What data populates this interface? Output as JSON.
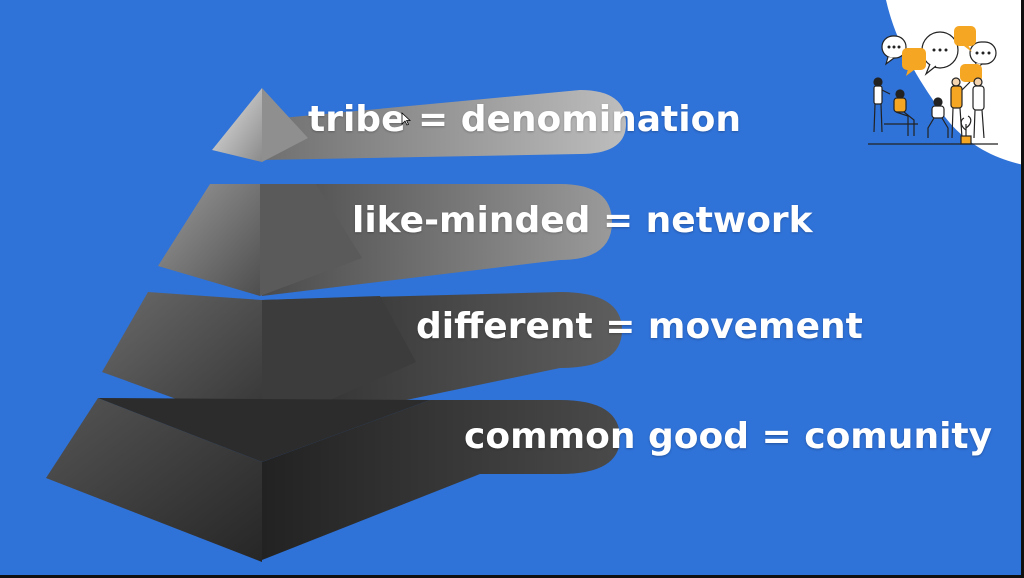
{
  "slide": {
    "background_color": "#2f72d8",
    "corner_color": "#ffffff",
    "levels": [
      {
        "label": "tribe = denomination"
      },
      {
        "label": "like-minded = network"
      },
      {
        "label": "different = movement"
      },
      {
        "label": "common good = comunity"
      }
    ]
  },
  "illustration": {
    "icon": "people-chatting-illustration",
    "accent_color": "#f5a623"
  }
}
